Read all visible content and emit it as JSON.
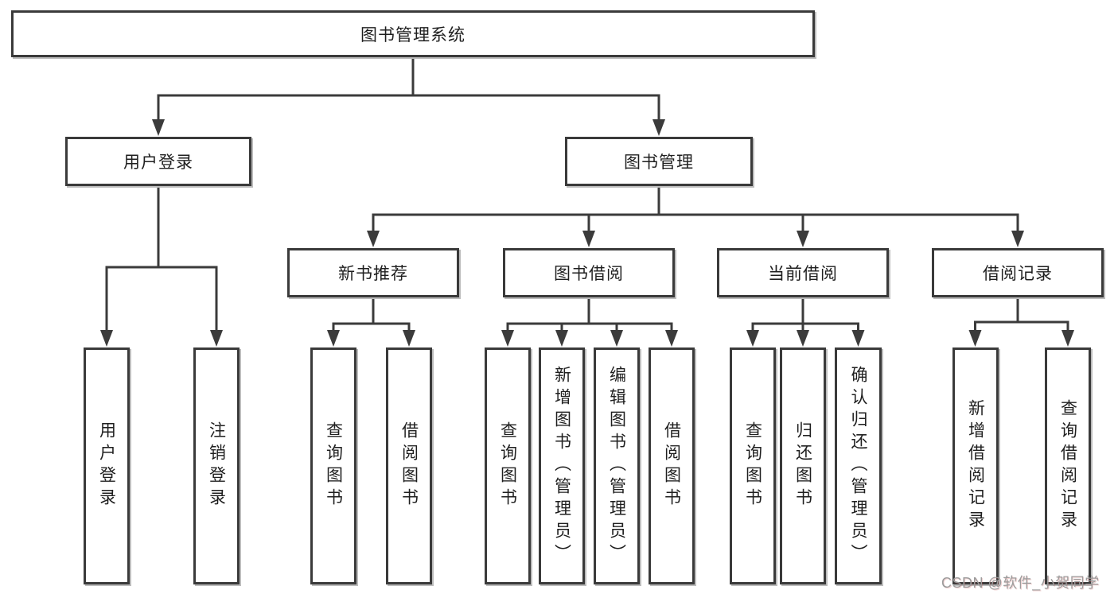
{
  "tree": {
    "label": "图书管理系统",
    "children": [
      {
        "label": "用户登录",
        "children": [
          {
            "label": "用户登录"
          },
          {
            "label": "注销登录"
          }
        ]
      },
      {
        "label": "图书管理",
        "children": [
          {
            "label": "新书推荐",
            "children": [
              {
                "label": "查询图书"
              },
              {
                "label": "借阅图书"
              }
            ]
          },
          {
            "label": "图书借阅",
            "children": [
              {
                "label": "查询图书"
              },
              {
                "label": "新增图书（管理员）"
              },
              {
                "label": "编辑图书（管理员）"
              },
              {
                "label": "借阅图书"
              }
            ]
          },
          {
            "label": "当前借阅",
            "children": [
              {
                "label": "查询图书"
              },
              {
                "label": "归还图书"
              },
              {
                "label": "确认归还（管理员）"
              }
            ]
          },
          {
            "label": "借阅记录",
            "children": [
              {
                "label": "新增借阅记录"
              },
              {
                "label": "查询借阅记录"
              }
            ]
          }
        ]
      }
    ]
  },
  "watermark": {
    "text": "CSDN @软件_小贺同学"
  },
  "colors": {
    "line": "#3b3b3b",
    "box_border": "#3a3a3a",
    "box_background": "#ffffff",
    "text": "#1f1f1f",
    "watermark_text": "#9c9c9c",
    "page_background": "#ffffff"
  }
}
